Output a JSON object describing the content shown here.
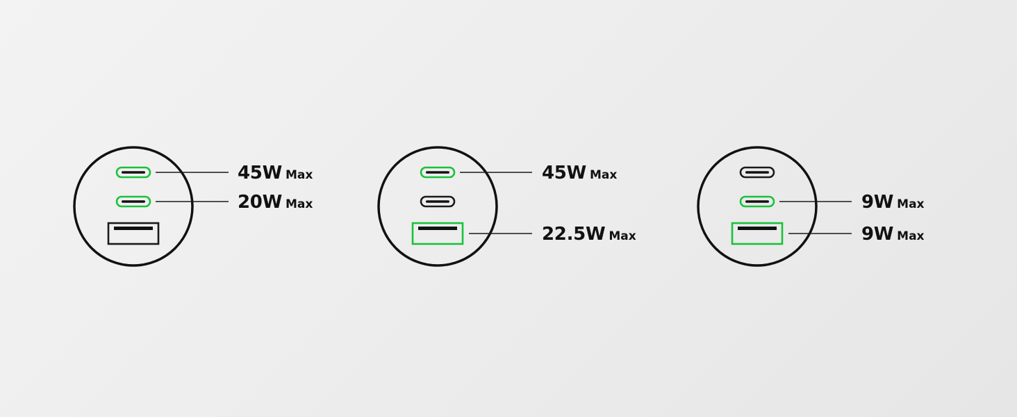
{
  "colors": {
    "active": "#19c23a",
    "inactive": "#1a1a1a",
    "outline": "#111111",
    "background": "#eeeeee"
  },
  "diagrams": [
    {
      "ports": [
        {
          "type": "usb-c",
          "active": true,
          "watts": "45W",
          "suffix": "Max"
        },
        {
          "type": "usb-c",
          "active": true,
          "watts": "20W",
          "suffix": "Max"
        },
        {
          "type": "usb-a",
          "active": false,
          "watts": "",
          "suffix": ""
        }
      ]
    },
    {
      "ports": [
        {
          "type": "usb-c",
          "active": true,
          "watts": "45W",
          "suffix": "Max"
        },
        {
          "type": "usb-c",
          "active": false,
          "watts": "",
          "suffix": ""
        },
        {
          "type": "usb-a",
          "active": true,
          "watts": "22.5W",
          "suffix": "Max"
        }
      ]
    },
    {
      "ports": [
        {
          "type": "usb-c",
          "active": false,
          "watts": "",
          "suffix": ""
        },
        {
          "type": "usb-c",
          "active": true,
          "watts": "9W",
          "suffix": "Max"
        },
        {
          "type": "usb-a",
          "active": true,
          "watts": "9W",
          "suffix": "Max"
        }
      ]
    }
  ]
}
